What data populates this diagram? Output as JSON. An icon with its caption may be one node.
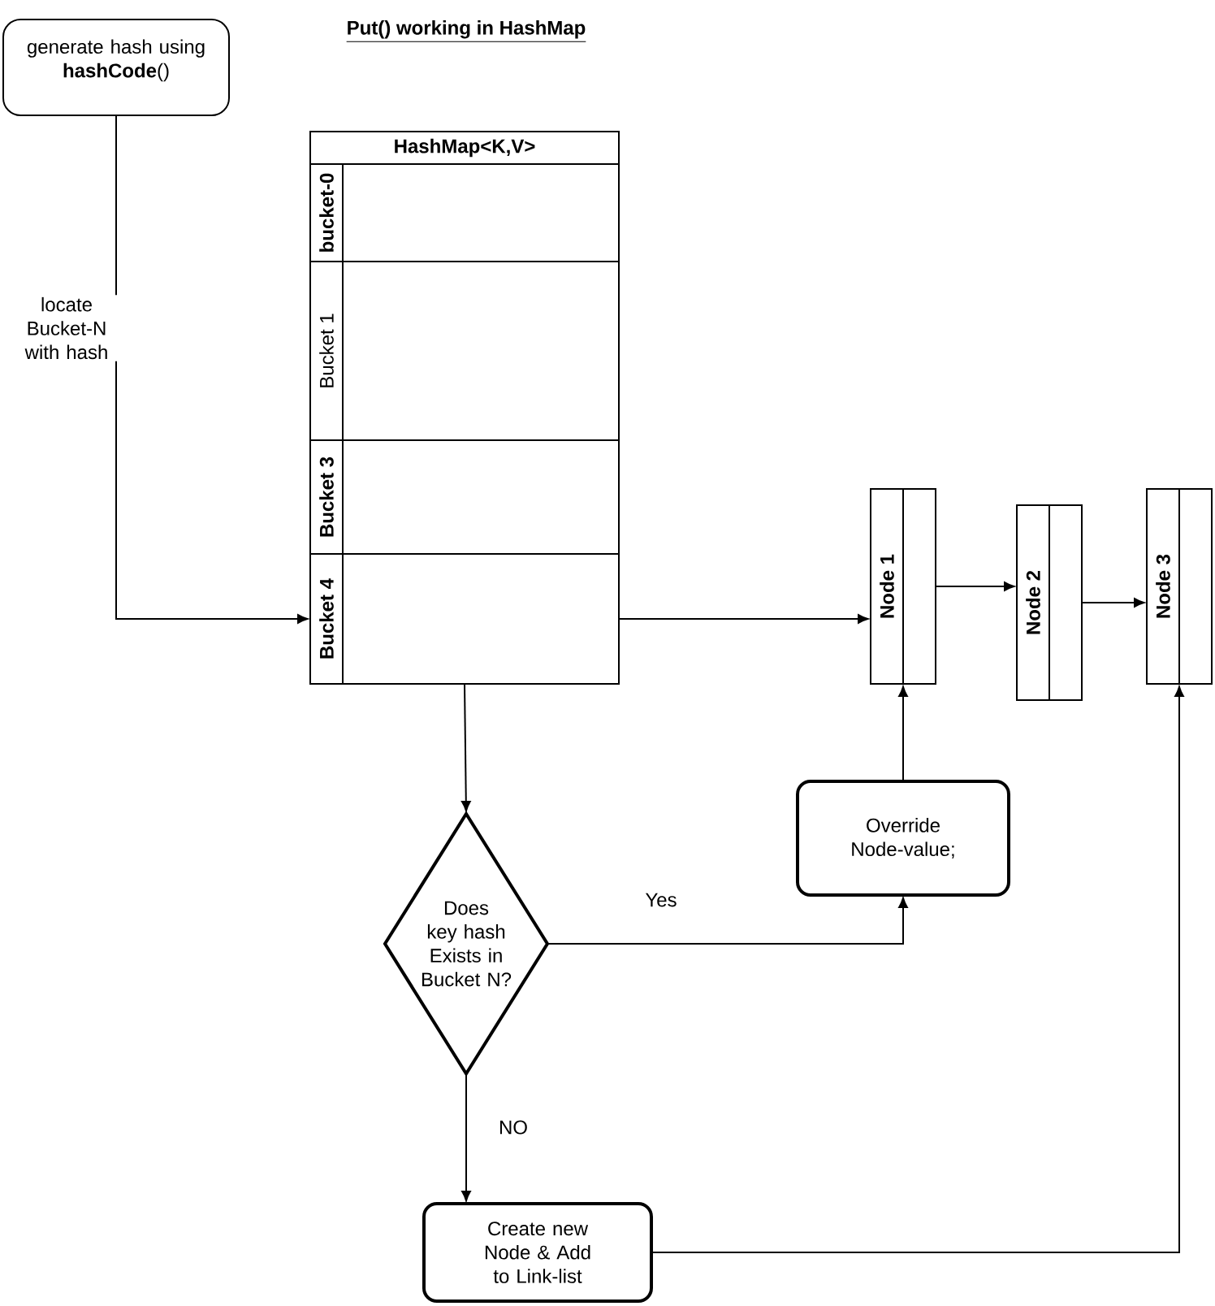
{
  "diagram": {
    "title": "Put() working in HashMap",
    "nodes": [
      {
        "text": [
          "generate hash using **hashCode**()"
        ]
      },
      {
        "text": [
          "HashMap<K,V>"
        ]
      },
      {
        "text": [
          "bucket-0"
        ],
        "in": 1
      },
      {
        "text": [
          "Bucket 1"
        ],
        "in": 1
      },
      {
        "text": [
          "Bucket 3"
        ],
        "in": 1
      },
      {
        "text": [
          "Bucket 4"
        ],
        "in": 1
      },
      {
        "text": [
          "Node 1"
        ]
      },
      {
        "text": [
          "Node 2"
        ]
      },
      {
        "text": [
          "Node 3"
        ]
      },
      {
        "text": [
          "Does key hash Exists in Bucket N?"
        ]
      },
      {
        "text": [
          "Override Node-value;"
        ]
      },
      {
        "text": [
          "Create new Node & Add to Link-list"
        ]
      }
    ],
    "edges": [
      {
        "from": 0,
        "to": 5,
        "arrow": "to",
        "label": "locate Bucket-N with hash"
      },
      {
        "from": 5,
        "to": 6,
        "arrow": "to"
      },
      {
        "from": 6,
        "to": 7,
        "arrow": "to"
      },
      {
        "from": 7,
        "to": 8,
        "arrow": "to"
      },
      {
        "from": 1,
        "to": 9,
        "arrow": "to"
      },
      {
        "from": 9,
        "to": 10,
        "arrow": "to",
        "label": "Yes"
      },
      {
        "from": 10,
        "to": 6,
        "arrow": "to"
      },
      {
        "from": 9,
        "to": 11,
        "arrow": "to",
        "label": "NO"
      },
      {
        "from": 11,
        "to": 8,
        "arrow": "to"
      }
    ]
  }
}
